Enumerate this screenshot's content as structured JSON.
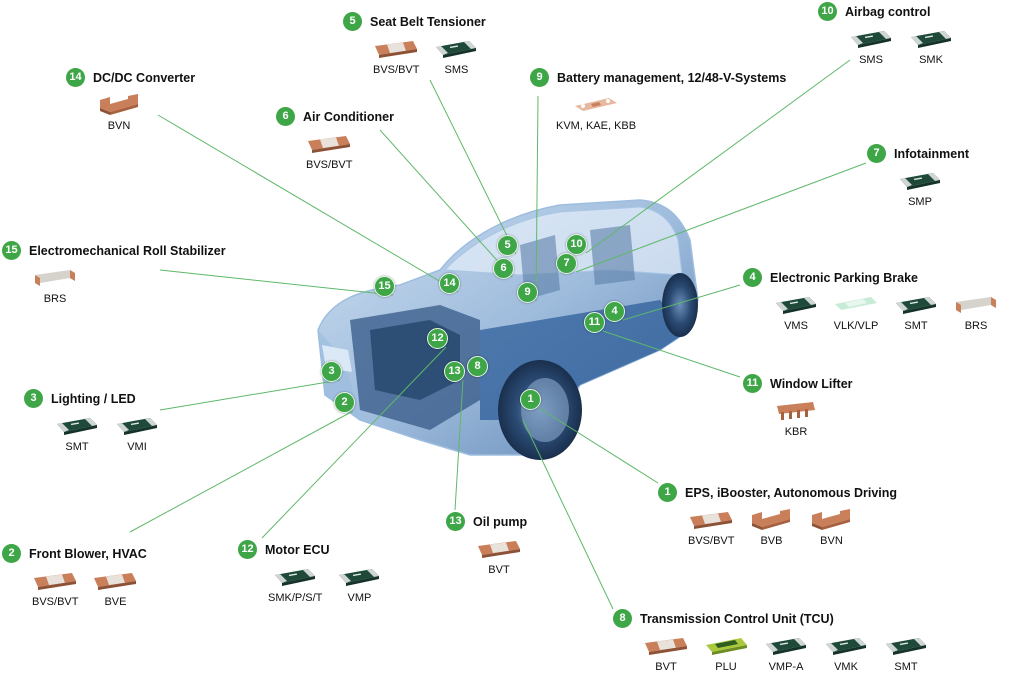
{
  "colors": {
    "accent": "#3fa648",
    "connector": "#5fb86a",
    "car_body": "#2f5f9a",
    "copper": "#c97f5a",
    "chip_dark": "#1f4a3a",
    "chip_teal": "#2d6f6a"
  },
  "callouts": [
    {
      "num": "5",
      "title": "Seat Belt Tensioner",
      "parts": [
        {
          "label": "BVS/BVT",
          "icon": "shunt-resistor-icon"
        },
        {
          "label": "SMS",
          "icon": "smd-chip-resistor-icon"
        }
      ]
    },
    {
      "num": "10",
      "title": "Airbag control",
      "parts": [
        {
          "label": "SMS",
          "icon": "smd-chip-resistor-icon"
        },
        {
          "label": "SMK",
          "icon": "smd-chip-resistor-icon"
        }
      ]
    },
    {
      "num": "14",
      "title": "DC/DC Converter",
      "parts": [
        {
          "label": "BVN",
          "icon": "copper-bent-shunt-icon"
        }
      ]
    },
    {
      "num": "9",
      "title": "Battery management, 12/48-V-Systems",
      "parts": [
        {
          "label": "KVM, KAE, KBB",
          "icon": "copper-busbar-shunt-icon"
        }
      ]
    },
    {
      "num": "6",
      "title": "Air Conditioner",
      "parts": [
        {
          "label": "BVS/BVT",
          "icon": "shunt-resistor-icon"
        }
      ]
    },
    {
      "num": "7",
      "title": "Infotainment",
      "parts": [
        {
          "label": "SMP",
          "icon": "smd-chip-resistor-icon"
        }
      ]
    },
    {
      "num": "15",
      "title": "Electromechanical Roll Stabilizer",
      "parts": [
        {
          "label": "BRS",
          "icon": "bent-metal-shunt-icon"
        }
      ]
    },
    {
      "num": "4",
      "title": "Electronic Parking Brake",
      "parts": [
        {
          "label": "VMS",
          "icon": "smd-chip-resistor-icon"
        },
        {
          "label": "VLK/VLP",
          "icon": "light-metal-strip-icon"
        },
        {
          "label": "SMT",
          "icon": "smd-chip-resistor-icon"
        },
        {
          "label": "BRS",
          "icon": "bent-metal-shunt-icon"
        }
      ]
    },
    {
      "num": "3",
      "title": "Lighting / LED",
      "parts": [
        {
          "label": "SMT",
          "icon": "smd-chip-resistor-icon"
        },
        {
          "label": "VMI",
          "icon": "smd-chip-resistor-icon"
        }
      ]
    },
    {
      "num": "11",
      "title": "Window Lifter",
      "parts": [
        {
          "label": "KBR",
          "icon": "comb-shunt-icon"
        }
      ]
    },
    {
      "num": "1",
      "title": "EPS, iBooster, Autonomous Driving",
      "parts": [
        {
          "label": "BVS/BVT",
          "icon": "shunt-resistor-icon"
        },
        {
          "label": "BVB",
          "icon": "copper-bent-shunt-icon"
        },
        {
          "label": "BVN",
          "icon": "copper-bent-shunt-icon"
        }
      ]
    },
    {
      "num": "13",
      "title": "Oil pump",
      "parts": [
        {
          "label": "BVT",
          "icon": "shunt-resistor-icon"
        }
      ]
    },
    {
      "num": "12",
      "title": "Motor ECU",
      "parts": [
        {
          "label": "SMK/P/S/T",
          "icon": "smd-chip-resistor-icon"
        },
        {
          "label": "VMP",
          "icon": "smd-chip-resistor-icon"
        }
      ]
    },
    {
      "num": "2",
      "title": "Front Blower, HVAC",
      "parts": [
        {
          "label": "BVS/BVT",
          "icon": "shunt-resistor-icon"
        },
        {
          "label": "BVE",
          "icon": "shunt-resistor-icon"
        }
      ]
    },
    {
      "num": "8",
      "title": "Transmission Control Unit (TCU)",
      "parts": [
        {
          "label": "BVT",
          "icon": "shunt-resistor-icon"
        },
        {
          "label": "PLU",
          "icon": "green-pcb-resistor-icon"
        },
        {
          "label": "VMP-A",
          "icon": "smd-chip-resistor-icon"
        },
        {
          "label": "VMK",
          "icon": "smd-chip-resistor-icon"
        },
        {
          "label": "SMT",
          "icon": "smd-chip-resistor-icon"
        }
      ]
    }
  ],
  "car_badges": [
    "5",
    "6",
    "10",
    "7",
    "14",
    "15",
    "9",
    "4",
    "11",
    "12",
    "8",
    "13",
    "3",
    "2",
    "1"
  ]
}
